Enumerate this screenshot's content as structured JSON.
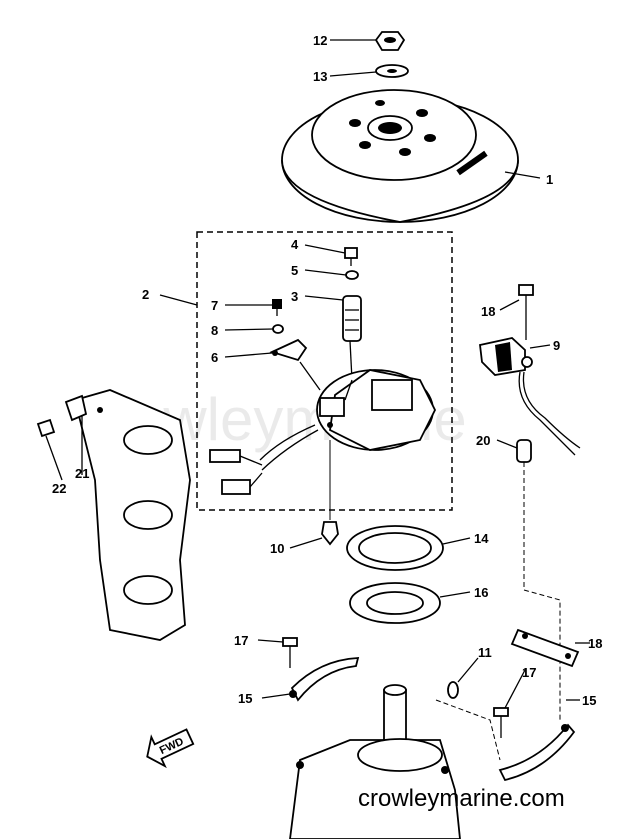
{
  "callouts": {
    "c1": "1",
    "c2": "2",
    "c3": "3",
    "c4": "4",
    "c5": "5",
    "c6": "6",
    "c7": "7",
    "c8": "8",
    "c9": "9",
    "c10": "10",
    "c11": "11",
    "c12": "12",
    "c13": "13",
    "c14": "14",
    "c15a": "15",
    "c15b": "15",
    "c16": "16",
    "c17a": "17",
    "c17b": "17",
    "c18a": "18",
    "c18b": "18",
    "c20": "20",
    "c21": "21",
    "c22": "22"
  },
  "fwd_label": "FWD",
  "watermark": "crowleymarine",
  "footer": "crowleymarine.com"
}
